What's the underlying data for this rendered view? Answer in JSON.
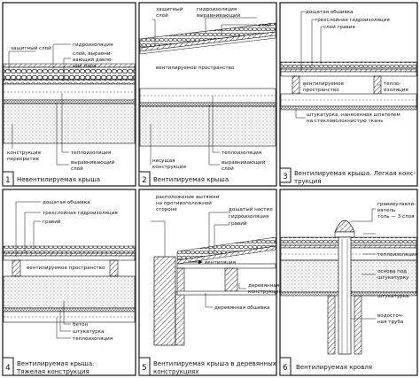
{
  "panels": [
    {
      "number": "1",
      "caption": [
        "Невентилируемая крыша"
      ],
      "labels": {
        "protective_layer": "защитный слой",
        "waterproofing": "гидроизоляция",
        "pressure_layer": [
          "слой, выравни-",
          "вающий давле-",
          "ние пара"
        ],
        "structure": [
          "конструкция",
          "перекрытия"
        ],
        "insulation": "теплоизоляция",
        "leveling": [
          "выравнивающий",
          "слой"
        ]
      }
    },
    {
      "number": "2",
      "caption": [
        "Вентилируемая крыша"
      ],
      "labels": {
        "protective": [
          "защитный",
          "слой"
        ],
        "waterproofing": "гидроизоляция",
        "leveling": "выравнивающий",
        "layer": "слой",
        "ventilated_space": "вентилируемое пространство",
        "bearing": [
          "несущая",
          "конструкция"
        ],
        "insulation": "теплоизоляция",
        "leveling2": [
          "выравнивающий",
          "слой"
        ]
      }
    },
    {
      "number": "3",
      "caption": [
        "Вентилируемая крыша. Легкая конс-",
        "трукция"
      ],
      "labels": {
        "top": [
          "дощатая обшивка",
          "трехслойная гидроизоляция",
          "слой гравия"
        ],
        "ventilated": [
          "вентилируемое",
          "пространство"
        ],
        "insulation": [
          "тепло-",
          "изоляция"
        ],
        "plaster": [
          "штукатурка, нанесенная шпателем",
          "на стекловолокнистую ткань"
        ]
      }
    },
    {
      "number": "4",
      "caption": [
        "Вентилируемая крыша.",
        "Тяжелая конструкция"
      ],
      "labels": {
        "top": [
          "дощатая обшивка",
          "трехслойная гидроизоляция",
          "гравий"
        ],
        "ventilated": "вентилируемое пространство",
        "bottom": [
          "бетон",
          "штукатурка",
          "теплоизоляция"
        ]
      }
    },
    {
      "number": "5",
      "caption": [
        "Вентилируемая крыша в деревянных",
        "конструкциях"
      ],
      "labels": {
        "outlets": [
          "расположение вытяжки",
          "на противоположной",
          "стороне"
        ],
        "board": [
          "дощатый настил",
          "гидроизоляция",
          "гравий"
        ],
        "ventilation": "вентиляция",
        "wood_structure": [
          "деревянная",
          "конструкция"
        ],
        "wood_sheathing": "деревянная обшивка"
      }
    },
    {
      "number": "6",
      "caption": [
        "Вентилируемая кровля"
      ],
      "labels": {
        "gravel_catcher": [
          "гравиеулавли-",
          "ватель",
          "толь — 3 слоя"
        ],
        "insulation": "теплоизоляция",
        "base": [
          "основа под",
          "штукатурку"
        ],
        "plaster": "штукатурка",
        "drain": [
          "водосточ-",
          "ная труба"
        ]
      }
    }
  ]
}
